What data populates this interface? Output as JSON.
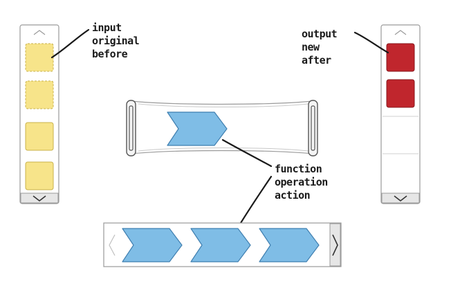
{
  "left_panel": {
    "labels": [
      "input",
      "original",
      "before"
    ],
    "fill": "#f7e48a",
    "stroke": "#c9b24a",
    "scroll_up": "up-arrow",
    "scroll_down": "down-arrow"
  },
  "right_panel": {
    "labels": [
      "output",
      "new",
      "after"
    ],
    "fill": "#c0262d",
    "stroke": "#8a1a1f"
  },
  "middle": {
    "labels": [
      "function",
      "operation",
      "action"
    ],
    "arrow_fill": "#7fbde6",
    "arrow_stroke": "#3f7fb0"
  }
}
